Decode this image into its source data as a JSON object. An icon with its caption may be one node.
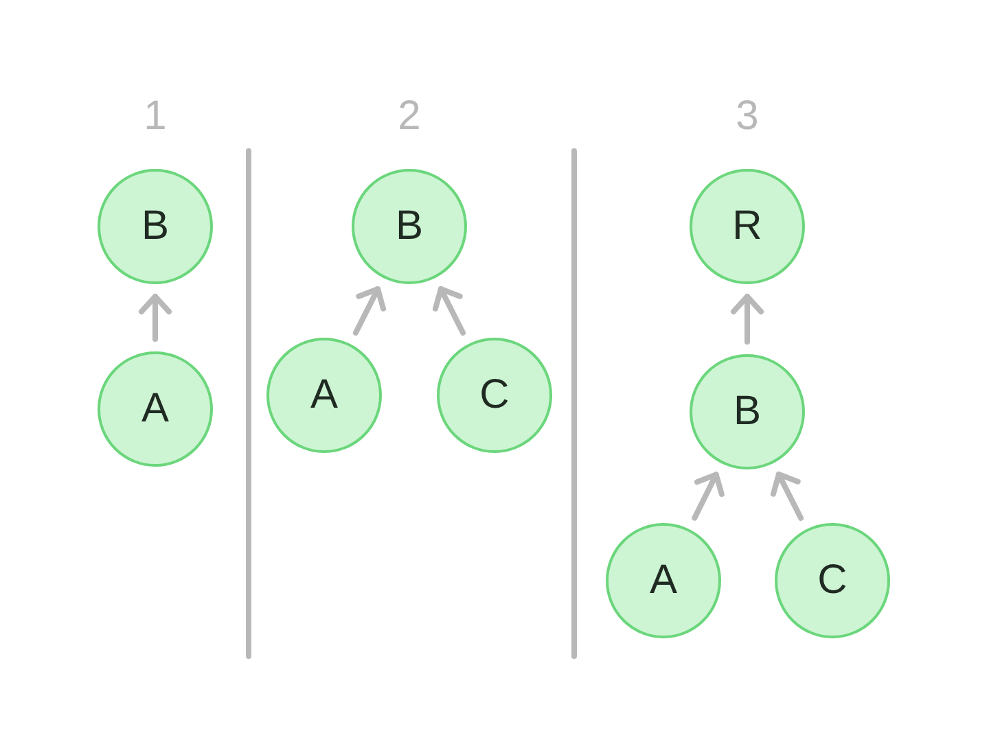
{
  "diagram": {
    "nodes": [
      {
        "text": [
          "B"
        ]
      },
      {
        "text": [
          "A"
        ]
      },
      {
        "text": [
          "B"
        ]
      },
      {
        "text": [
          "A"
        ]
      },
      {
        "text": [
          "C"
        ]
      },
      {
        "text": [
          "R"
        ]
      },
      {
        "text": [
          "B"
        ]
      },
      {
        "text": [
          "A"
        ]
      },
      {
        "text": [
          "C"
        ]
      }
    ],
    "edges": [
      {
        "from": 1,
        "to": 0,
        "arrow": "to"
      },
      {
        "from": 3,
        "to": 2,
        "arrow": "to"
      },
      {
        "from": 4,
        "to": 2,
        "arrow": "to"
      },
      {
        "from": 6,
        "to": 5,
        "arrow": "to"
      },
      {
        "from": 7,
        "to": 6,
        "arrow": "to"
      },
      {
        "from": 8,
        "to": 6,
        "arrow": "to"
      }
    ],
    "labels": [
      "1",
      "2",
      "3"
    ]
  }
}
